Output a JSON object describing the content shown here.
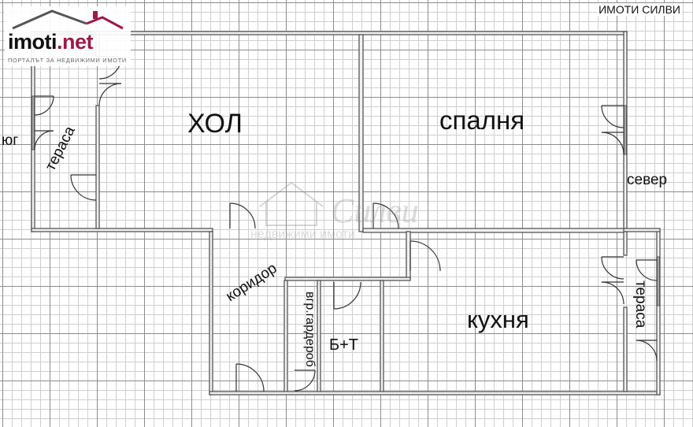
{
  "brand": {
    "text": "ИМОТИ СИЛВИ"
  },
  "logo": {
    "name": "imoti",
    "tld": ".net",
    "tagline": "ПОРТАЛЪТ ЗА НЕДВИЖИМИ ИМОТИ",
    "accent": "#9b1b4a"
  },
  "watermark": {
    "script": "Силви",
    "sub": "недвижими имоти"
  },
  "rooms": {
    "hall": "ХОЛ",
    "bedroom": "спалня",
    "kitchen": "кухня",
    "corridor": "коридор",
    "wardrobe": "вгр.гардероб",
    "bath": "Б+Т",
    "terrace_west": "тераса",
    "terrace_east": "тераса"
  },
  "orientation": {
    "south": "юг",
    "north": "север"
  },
  "colors": {
    "wall": "#555555",
    "grid_major": "#8c8c8c",
    "grid_minor": "#cfcfcf"
  }
}
